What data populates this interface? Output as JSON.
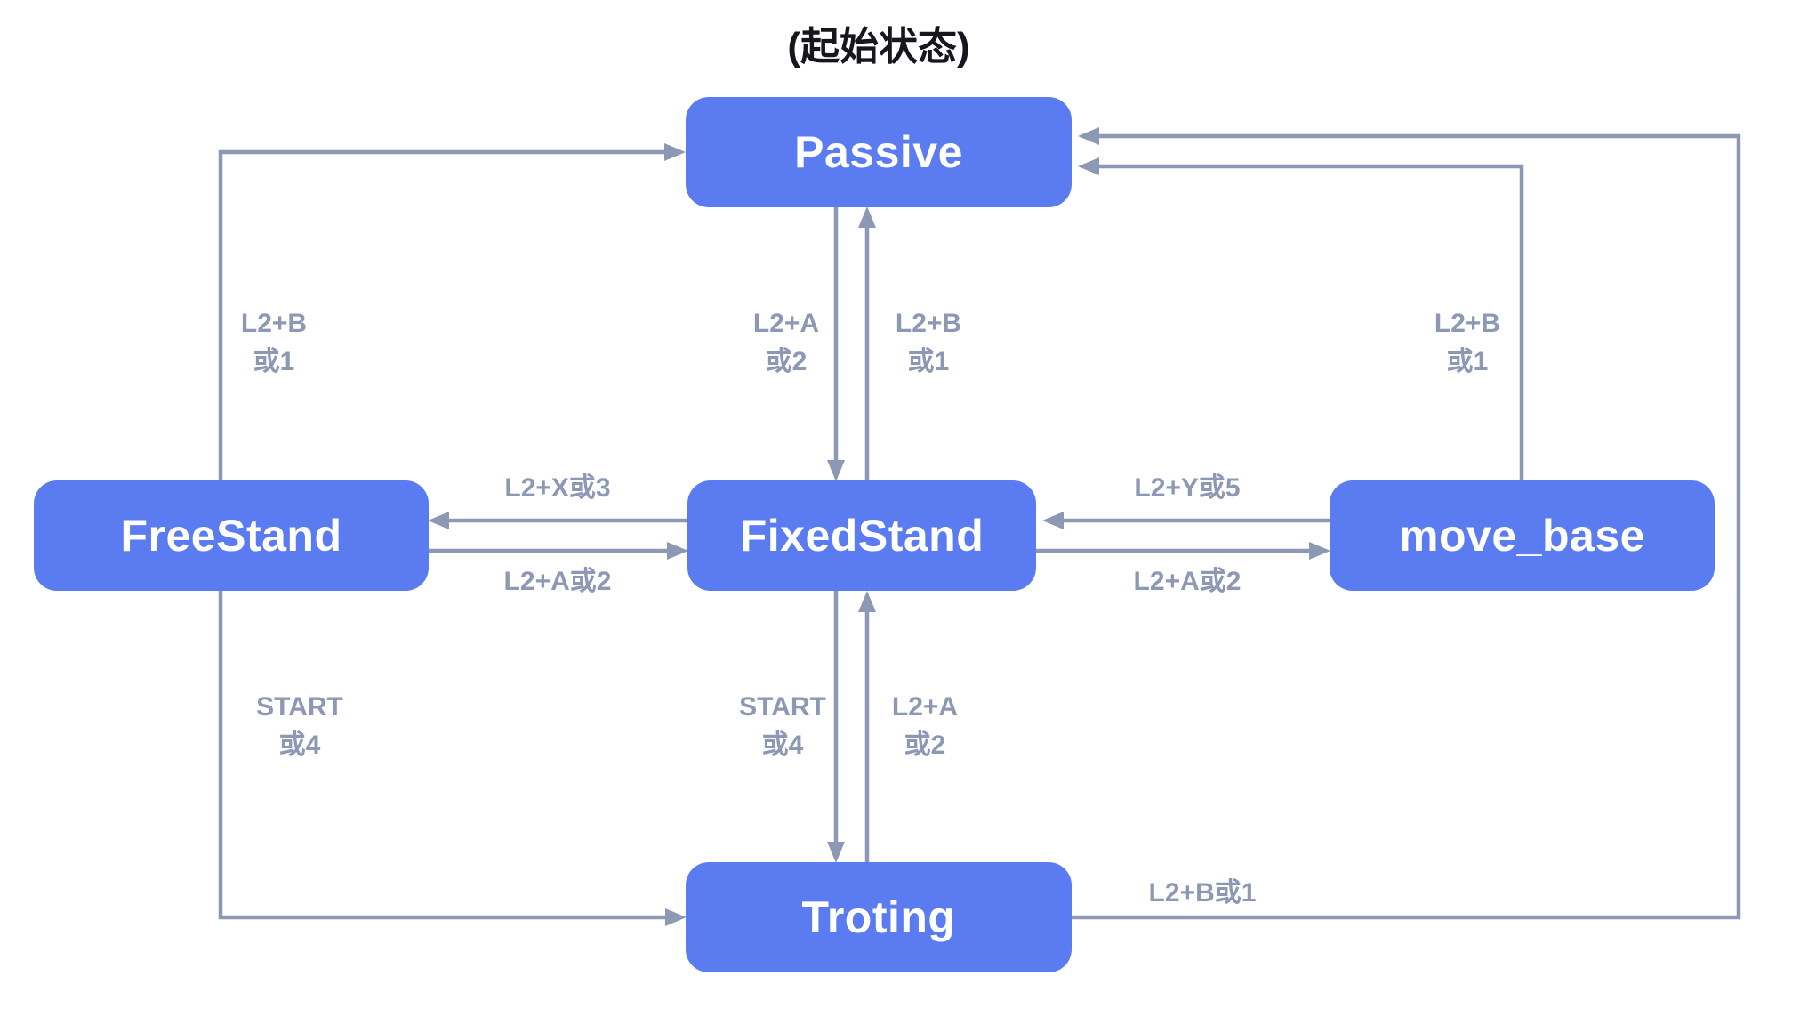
{
  "title": "(起始状态)",
  "colors": {
    "node_fill": "#5A7CF0",
    "node_text": "#FFFFFF",
    "arrow": "#8C98B4",
    "label_text": "#8C98B4",
    "title_text": "#15171C",
    "background": "#FFFFFF"
  },
  "nodes": {
    "passive": {
      "label": "Passive"
    },
    "freestand": {
      "label": "FreeStand"
    },
    "fixedstand": {
      "label": "FixedStand"
    },
    "movebase": {
      "label": "move_base"
    },
    "troting": {
      "label": "Troting"
    }
  },
  "edges": {
    "freestand_to_passive": {
      "from": "FreeStand",
      "to": "Passive",
      "label_line1": "L2+B",
      "label_line2": "或1"
    },
    "passive_to_fixedstand": {
      "from": "Passive",
      "to": "FixedStand",
      "label_line1": "L2+A",
      "label_line2": "或2"
    },
    "fixedstand_to_passive": {
      "from": "FixedStand",
      "to": "Passive",
      "label_line1": "L2+B",
      "label_line2": "或1"
    },
    "fixedstand_to_freestand": {
      "from": "FixedStand",
      "to": "FreeStand",
      "label": "L2+X或3"
    },
    "freestand_to_fixedstand": {
      "from": "FreeStand",
      "to": "FixedStand",
      "label": "L2+A或2"
    },
    "movebase_to_fixedstand": {
      "from": "move_base",
      "to": "FixedStand",
      "label": "L2+Y或5"
    },
    "fixedstand_to_movebase": {
      "from": "FixedStand",
      "to": "move_base",
      "label": "L2+A或2"
    },
    "movebase_to_passive": {
      "from": "move_base",
      "to": "Passive",
      "label_line1": "L2+B",
      "label_line2": "或1"
    },
    "fixedstand_to_troting": {
      "from": "FixedStand",
      "to": "Troting",
      "label_line1": "START",
      "label_line2": "或4"
    },
    "troting_to_fixedstand": {
      "from": "Troting",
      "to": "FixedStand",
      "label_line1": "L2+A",
      "label_line2": "或2"
    },
    "freestand_to_troting": {
      "from": "FreeStand",
      "to": "Troting",
      "label_line1": "START",
      "label_line2": "或4"
    },
    "troting_to_passive": {
      "from": "Troting",
      "to": "Passive",
      "label": "L2+B或1"
    }
  }
}
